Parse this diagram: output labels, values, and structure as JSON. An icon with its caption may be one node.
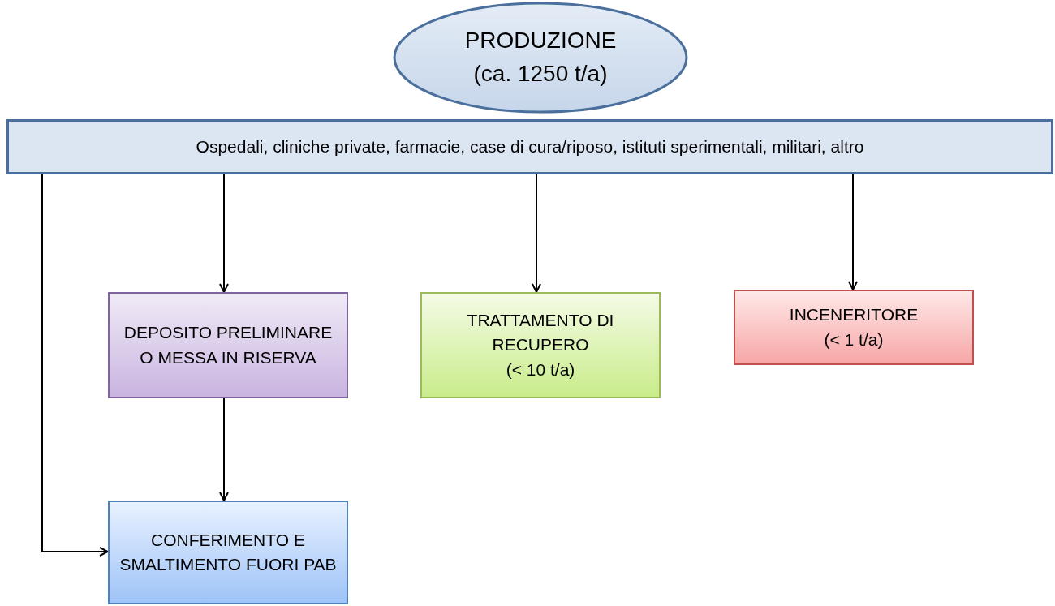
{
  "diagram": {
    "nodes": [
      {
        "text": [
          "PRODUZIONE",
          "(ca. 1250 t/a)"
        ]
      },
      {
        "text": [
          "Ospedali, cliniche private, farmacie, case di cura/riposo, istituti sperimentali, militari, altro"
        ]
      },
      {
        "text": [
          "DEPOSITO PRELIMINARE O MESSA IN RISERVA"
        ]
      },
      {
        "text": [
          "TRATTAMENTO DI RECUPERO",
          "(< 10 t/a)"
        ]
      },
      {
        "text": [
          "INCENERITORE",
          "(< 1 t/a)"
        ]
      },
      {
        "text": [
          "CONFERIMENTO E SMALTIMENTO FUORI PAB"
        ]
      }
    ],
    "edges": [
      {
        "from": 1,
        "to": 2,
        "arrow": "to"
      },
      {
        "from": 1,
        "to": 3,
        "arrow": "to"
      },
      {
        "from": 1,
        "to": 4,
        "arrow": "to"
      },
      {
        "from": 2,
        "to": 5,
        "arrow": "to"
      },
      {
        "from": 1,
        "to": 5,
        "arrow": "to"
      }
    ]
  }
}
